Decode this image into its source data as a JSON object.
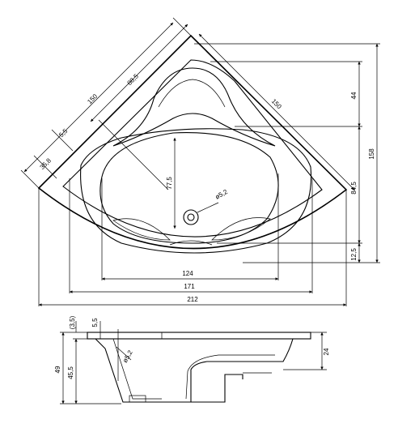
{
  "top_view": {
    "dims": {
      "side_a": "150",
      "side_b": "150",
      "inner_edge": "88,5",
      "rim_small": "5,5",
      "rim_large": "35,8",
      "depth_diag": "77,5",
      "drain": "ø5,2",
      "width_inner": "124",
      "width_mid": "171",
      "width_total": "212",
      "right_top": "44",
      "right_mid": "84,5",
      "right_bottom": "12,5",
      "right_total": "158"
    }
  },
  "side_view": {
    "dims": {
      "top_small": "(3,5)",
      "top_rim": "5,5",
      "drain": "ø5,2",
      "height_total": "49",
      "height_inner": "45,5",
      "right_height": "24"
    }
  }
}
